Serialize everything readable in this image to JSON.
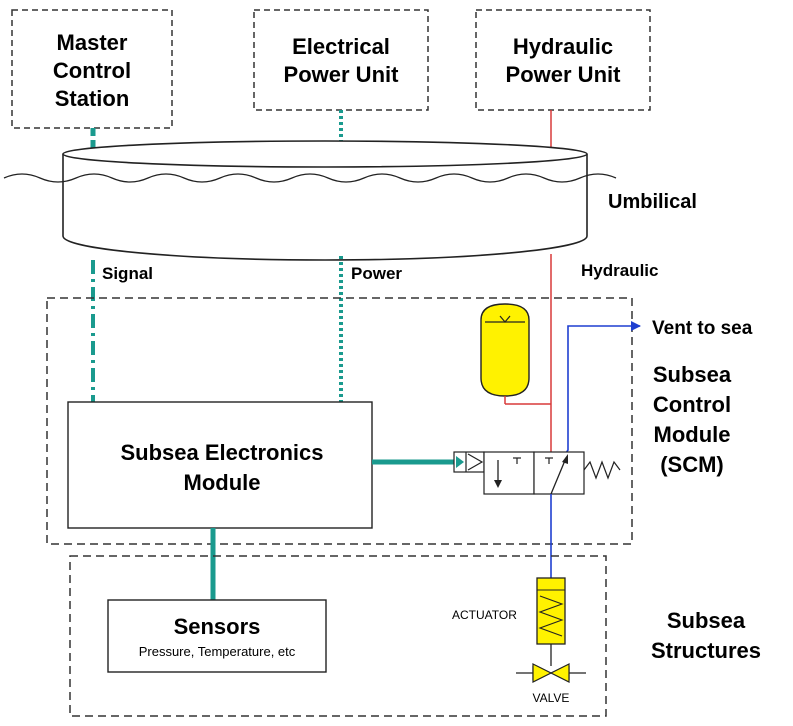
{
  "boxes": {
    "master_control_station": [
      "Master",
      "Control",
      "Station"
    ],
    "electrical_power_unit": [
      "Electrical",
      "Power Unit"
    ],
    "hydraulic_power_unit": [
      "Hydraulic",
      "Power Unit"
    ],
    "subsea_electronics_module": [
      "Subsea Electronics",
      "Module"
    ],
    "sensors_title": "Sensors",
    "sensors_subtitle": "Pressure, Temperature, etc"
  },
  "labels": {
    "umbilical": "Umbilical",
    "signal": "Signal",
    "power": "Power",
    "hydraulic": "Hydraulic",
    "vent_to_sea": "Vent to sea",
    "subsea_control_module": [
      "Subsea",
      "Control",
      "Module",
      "(SCM)"
    ],
    "subsea_structures": [
      "Subsea",
      "Structures"
    ],
    "actuator": "ACTUATOR",
    "valve": "VALVE"
  },
  "colors": {
    "signal_line": "#1a9a8e",
    "hydraulic_line": "#d83a3a",
    "vent_line": "#1f3fd0",
    "component_fill": "#fff200"
  }
}
